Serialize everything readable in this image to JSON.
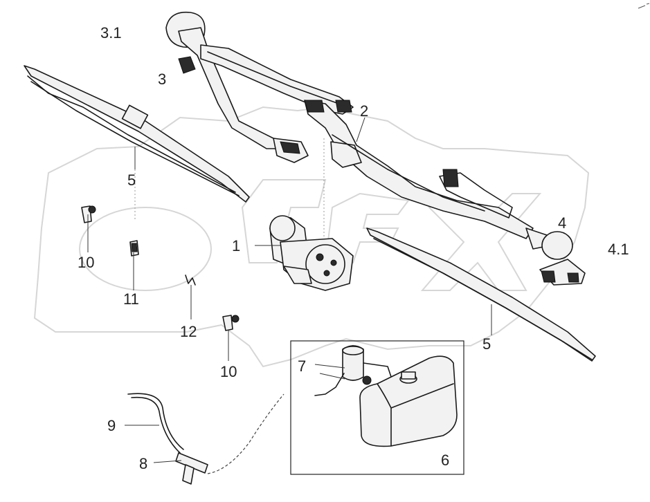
{
  "watermark": {
    "text": "OPEX",
    "color": "#d6d6d6"
  },
  "corner_mark": "",
  "callouts": {
    "p1": "1",
    "p2": "2",
    "p3": "3",
    "p3_1": "3.1",
    "p4": "4",
    "p4_1": "4.1",
    "p5_left": "5",
    "p5_right": "5",
    "p6": "6",
    "p7": "7",
    "p8": "8",
    "p9": "9",
    "p10_top": "10",
    "p10_bottom": "10",
    "p11": "11",
    "p12": "12"
  },
  "colors": {
    "line": "#1a1a1a",
    "fill": "#f2f2f2",
    "background": "#ffffff"
  }
}
